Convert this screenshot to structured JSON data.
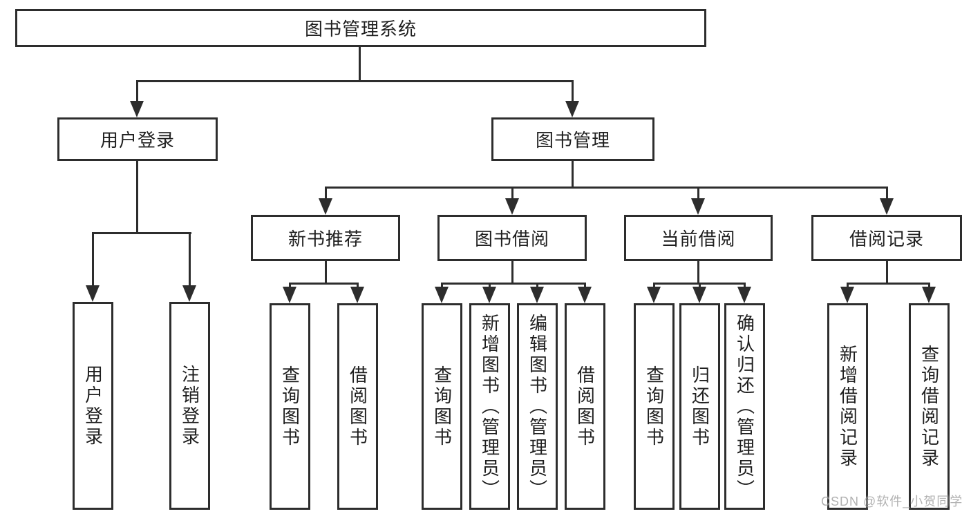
{
  "colors": {
    "line": "#2d2d2d",
    "text": "#1f1f1f",
    "background": "#ffffff",
    "watermark": "#9e9e9e"
  },
  "diagram": {
    "root": {
      "label": "图书管理系统"
    },
    "level2": [
      {
        "label": "用户登录"
      },
      {
        "label": "图书管理"
      }
    ],
    "user_children": [
      {
        "label": "用户登录"
      },
      {
        "label": "注销登录"
      }
    ],
    "modules": [
      {
        "label": "新书推荐",
        "children": [
          {
            "label": "查询图书"
          },
          {
            "label": "借阅图书"
          }
        ]
      },
      {
        "label": "图书借阅",
        "children": [
          {
            "label": "查询图书"
          },
          {
            "label": "新增图书（管理员）"
          },
          {
            "label": "编辑图书（管理员）"
          },
          {
            "label": "借阅图书"
          }
        ]
      },
      {
        "label": "当前借阅",
        "children": [
          {
            "label": "查询图书"
          },
          {
            "label": "归还图书"
          },
          {
            "label": "确认归还（管理员）"
          }
        ]
      },
      {
        "label": "借阅记录",
        "children": [
          {
            "label": "新增借阅记录"
          },
          {
            "label": "查询借阅记录"
          }
        ]
      }
    ]
  },
  "watermark": {
    "text": "CSDN @软件_小贺同学"
  }
}
